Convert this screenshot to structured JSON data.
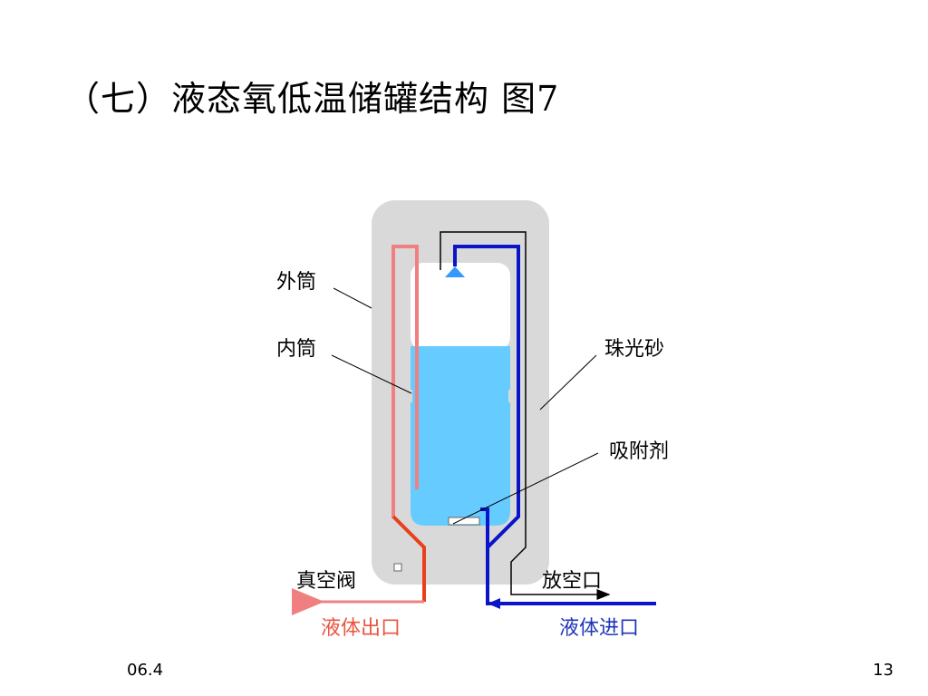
{
  "title": "（七）液态氧低温储罐结构  图7",
  "labels": {
    "outer_cylinder": "外筒",
    "inner_cylinder": "内筒",
    "pearlite": "珠光砂",
    "adsorbent": "吸附剂",
    "vacuum_valve": "真空阀",
    "vent": "放空口",
    "liquid_outlet": "液体出口",
    "liquid_inlet": "液体进口"
  },
  "footer": {
    "date": "06.4",
    "page": "13"
  },
  "colors": {
    "outer_shell": "#d9d9d9",
    "liquid": "#66ccff",
    "outlet_pipe_light": "#f08080",
    "outlet_pipe_dark": "#e8401c",
    "inlet_pipe": "#0a14c8",
    "spray_nozzle": "#3399ff"
  }
}
